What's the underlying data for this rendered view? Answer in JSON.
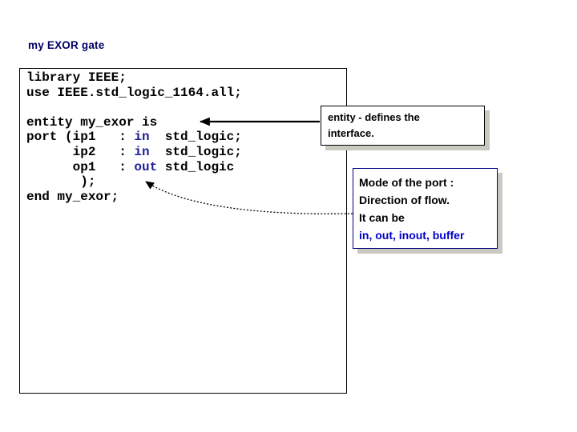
{
  "slide": {
    "title": "my EXOR gate"
  },
  "code": {
    "lines": [
      [
        {
          "t": "library IEEE;"
        }
      ],
      [
        {
          "t": "use IEEE.std_logic_1164.all;"
        }
      ],
      [
        {
          "t": ""
        }
      ],
      [
        {
          "t": "entity my_exor is"
        }
      ],
      [
        {
          "t": "port (ip1   : "
        },
        {
          "t": "in",
          "kw": true
        },
        {
          "t": "  std_logic;"
        }
      ],
      [
        {
          "t": "      ip2   : "
        },
        {
          "t": "in",
          "kw": true
        },
        {
          "t": "  std_logic;"
        }
      ],
      [
        {
          "t": "      op1   : "
        },
        {
          "t": "out",
          "kw": true
        },
        {
          "t": " std_logic"
        }
      ],
      [
        {
          "t": "       );"
        }
      ],
      [
        {
          "t": "end my_exor;"
        }
      ]
    ]
  },
  "callouts": {
    "entity_note": {
      "line1": "entity - defines the",
      "line2": "interface."
    },
    "mode_note": {
      "line1": "Mode of the port :",
      "line2": "Direction of flow.",
      "line3": "It can be",
      "line4": "in, out, inout, buffer"
    }
  },
  "colors": {
    "title_navy": "#000066",
    "keyword_blue": "#1f1f96",
    "mode_blue": "#0000cc",
    "mode_border": "#000080",
    "box_border": "#000000",
    "arrow_black": "#000000",
    "shadow_gray": "#c9c9c0"
  }
}
